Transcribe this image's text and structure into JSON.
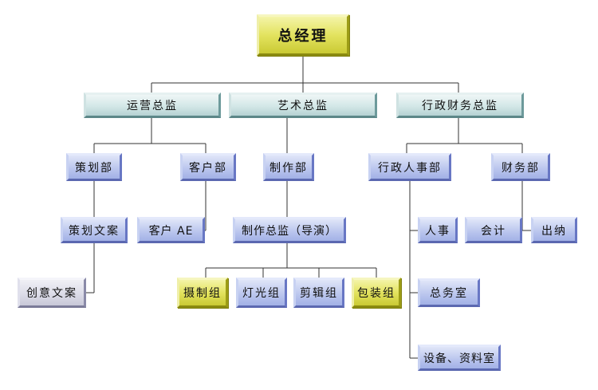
{
  "top": "总经理",
  "directors": {
    "ops": "运营总监",
    "art": "艺术总监",
    "admin_fin": "行政财务总监"
  },
  "departments": {
    "planning": "策划部",
    "client": "客户部",
    "production": "制作部",
    "admin_hr": "行政人事部",
    "finance": "财务部"
  },
  "roles": {
    "planning_copy": "策划文案",
    "client_ae": "客户 AE",
    "production_director": "制作总监（导演）",
    "creative_copy": "创意文案",
    "hr": "人事",
    "general_office": "总务室",
    "equipment_room": "设备、资料室",
    "accounting": "会计",
    "cashier": "出纳"
  },
  "groups": {
    "shooting": "摄制组",
    "lighting": "灯光组",
    "editing": "剪辑组",
    "packaging": "包装组"
  }
}
